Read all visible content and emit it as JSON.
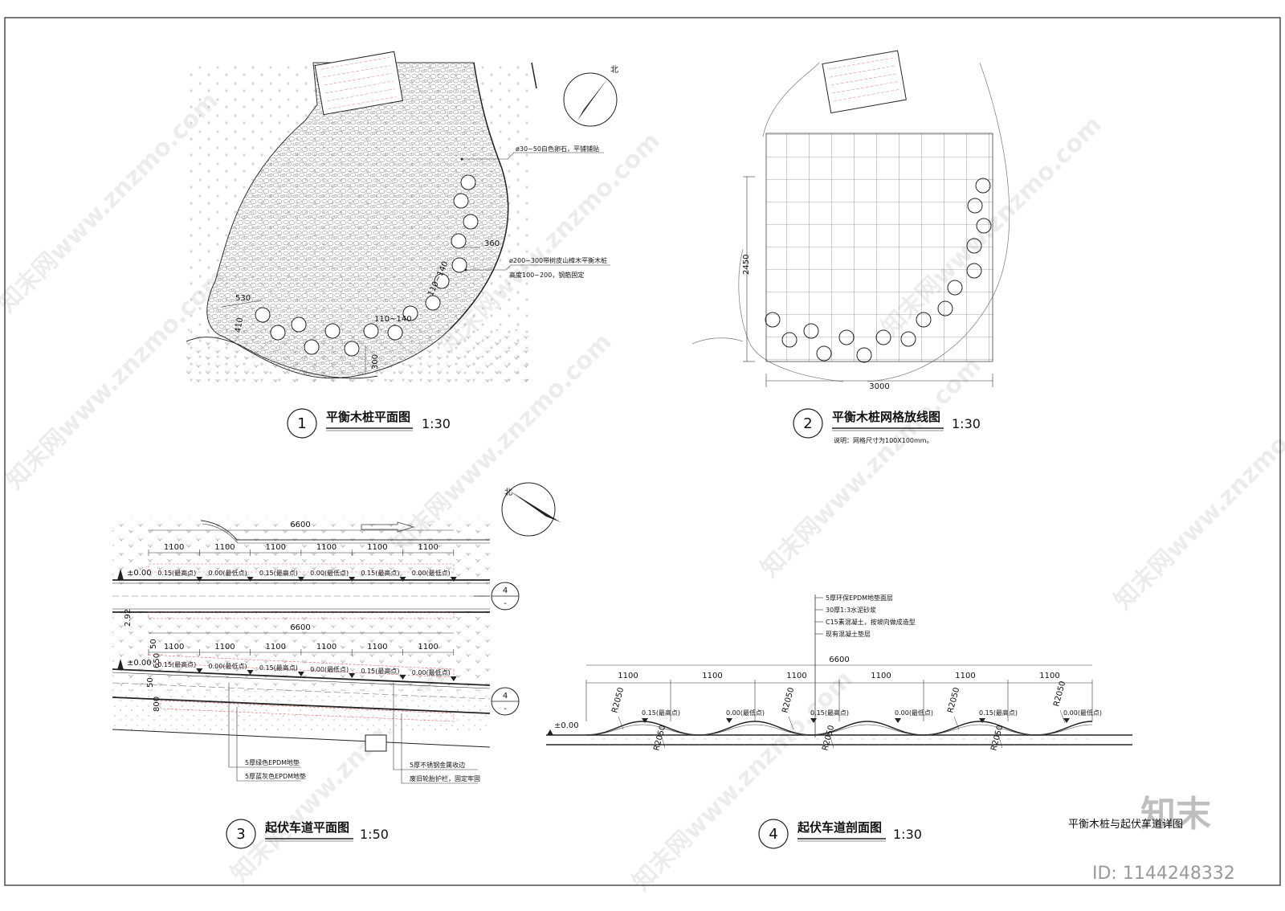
{
  "north_label": "北",
  "plan1": {
    "number": "1",
    "title": "平衡木桩平面图",
    "scale": "1:30",
    "dims": {
      "d530": "530",
      "d410": "410",
      "d300": "300",
      "d360": "360",
      "d110a": "110~140",
      "d110b": "110~140"
    },
    "note_pebble": "ø30~50白色卵石，平铺铺贴",
    "note_post_1": "ø200~300带树皮山樟木平衡木桩",
    "note_post_2": "高度100~200，钢筋固定"
  },
  "plan2": {
    "number": "2",
    "title": "平衡木桩网格放线图",
    "scale": "1:30",
    "note": "说明：网格尺寸为100X100mm。",
    "dim_h": "2450",
    "dim_w": "3000"
  },
  "plan3": {
    "number": "3",
    "title": "起伏车道平面图",
    "scale": "1:50",
    "total_len": "6600",
    "seg": "1100",
    "offset": "2.92",
    "levels": [
      "±0.00",
      "0.15(最高点)",
      "0.00(最低点)"
    ],
    "d50a": "50",
    "d650": "650",
    "d50b": "50",
    "d800": "800",
    "section_mark": "4",
    "section_dash": "-",
    "label_a": "5厚绿色EPDM地垫",
    "label_b": "5厚蓝灰色EPDM地垫",
    "label_c": "5厚不锈钢金属收边",
    "label_d": "废旧轮胎护栏，固定牢固"
  },
  "sec4": {
    "number": "4",
    "title": "起伏车道剖面图",
    "scale": "1:30",
    "layers": [
      "5厚环保EPDM地垫面层",
      "30厚1:3水泥砂浆",
      "C15素混凝土，按坡向做成造型",
      "现有混凝土垫层"
    ],
    "total": "6600",
    "seg": "1100",
    "radius": "R2050",
    "level_zero": "±0.00",
    "level_high": "0.15(最高点)",
    "level_low": "0.00(最低点)"
  },
  "drawing_title": "平衡木桩与起伏车道详图",
  "watermark_text": "知末网www.znzmo.com",
  "logo_text": "知末",
  "image_id": "ID: 1144248332"
}
